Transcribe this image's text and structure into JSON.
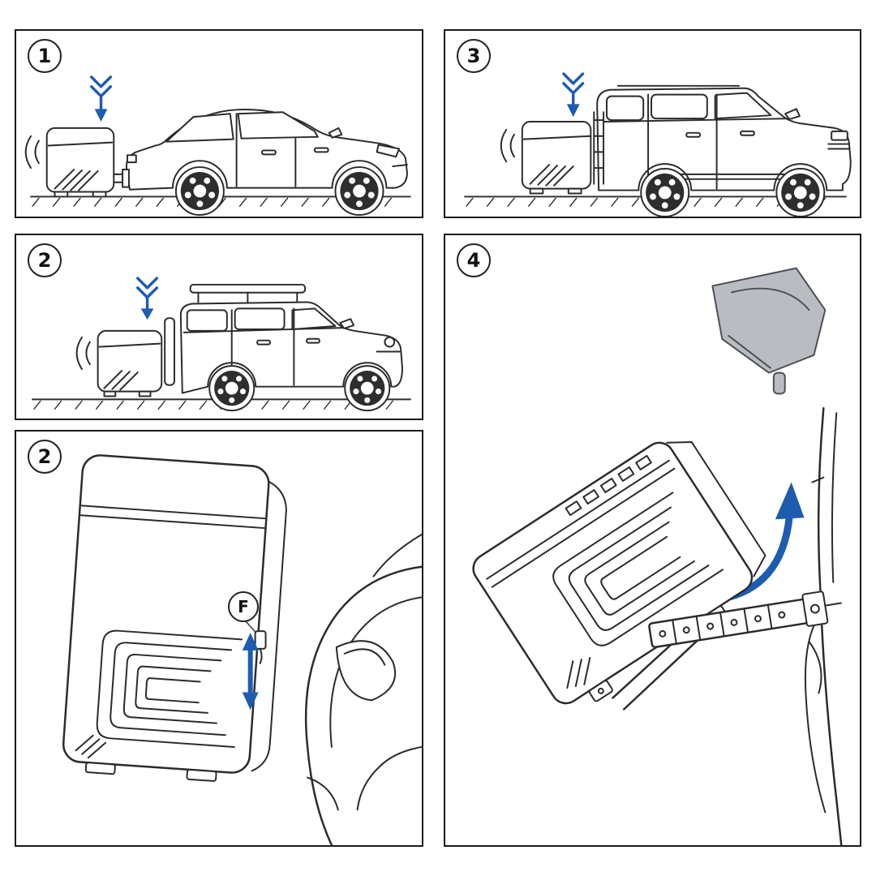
{
  "colors": {
    "background": "#ffffff",
    "ink": "#2b2b2b",
    "accent_blue": "#1d5cb0",
    "panel_border": "#1b1b1b",
    "gray_part": "#b9bdc2"
  },
  "panels": [
    {
      "number": "1",
      "illustration": "sedan-with-hitch-cargo-box"
    },
    {
      "number": "3",
      "illustration": "boxy-suv-with-hitch-cargo-box"
    },
    {
      "number": "2",
      "illustration": "compact-suv-with-hitch-cargo-box"
    },
    {
      "number": "2",
      "illustration": "cargo-box-latch-height-detail",
      "label": "F"
    },
    {
      "number": "4",
      "illustration": "cargo-box-tilt-away-detail"
    }
  ]
}
